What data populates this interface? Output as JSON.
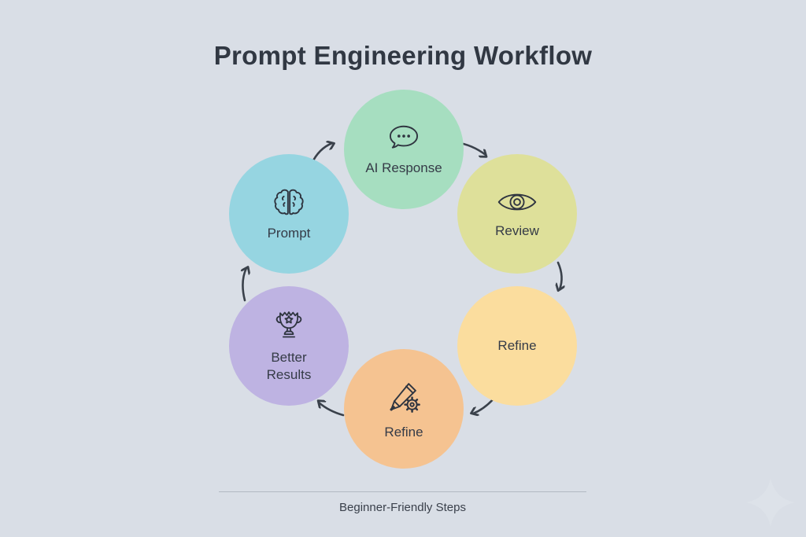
{
  "title": "Prompt Engineering Workflow",
  "steps": [
    {
      "id": "prompt",
      "label": "Prompt",
      "icon": "brain-icon",
      "color": "#96d5e1"
    },
    {
      "id": "ai-response",
      "label": "AI Response",
      "icon": "speech-bubble-icon",
      "color": "#a6dec0"
    },
    {
      "id": "review",
      "label": "Review",
      "icon": "eye-icon",
      "color": "#dee09a"
    },
    {
      "id": "refine-first",
      "label": "Refine",
      "icon": "",
      "color": "#fbdd9e"
    },
    {
      "id": "refine-second",
      "label": "Refine",
      "icon": "pencil-gear-icon",
      "color": "#f5c391"
    },
    {
      "id": "better-results",
      "label": "Better Results",
      "icon": "trophy-icon",
      "color": "#beb3e2"
    }
  ],
  "footer": {
    "label": "Beginner-Friendly Steps"
  },
  "colors": {
    "background": "#d9dee6",
    "title_text": "#313843",
    "label_text": "#353b47",
    "arrow": "#3a414b",
    "divider": "#b2b9c3",
    "icon_stroke": "#2f3540"
  }
}
